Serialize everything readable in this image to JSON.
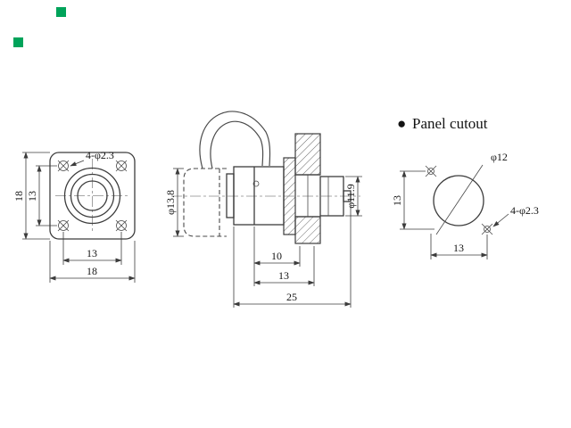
{
  "colors": {
    "line": "#3c3c3c",
    "text": "#141414",
    "marker_green": "#00a35a",
    "background": "#ffffff"
  },
  "front_view": {
    "hole_callout": "4-φ2.3",
    "height_outer": "18",
    "height_holes": "13",
    "width_holes": "13",
    "width_outer": "18"
  },
  "side_view": {
    "cap_diameter": "φ13.8",
    "rear_diameter": "φ11.9",
    "len_front_to_panel": "10",
    "len_to_panel_rear": "13",
    "len_total": "25"
  },
  "cutout_view": {
    "bullet": "●",
    "title": "Panel cutout",
    "diameter": "φ12",
    "holes_spacing_v": "13",
    "hole_callout": "4-φ2.3",
    "holes_spacing_h": "13"
  }
}
